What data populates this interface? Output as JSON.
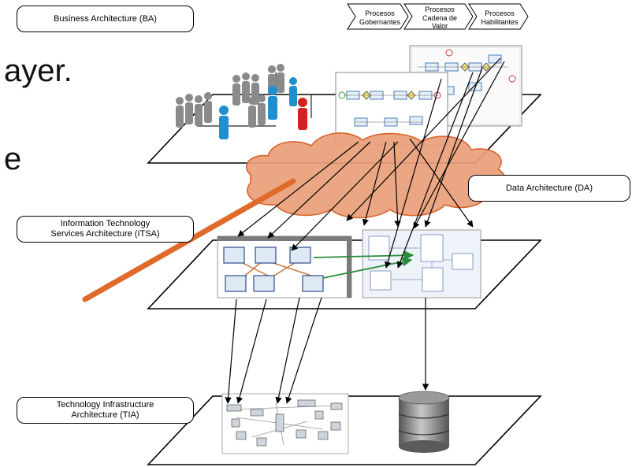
{
  "labels": {
    "ba": "Business Architecture (BA)",
    "da": "Data Architecture (DA)",
    "itsa_line1": "Information Technology",
    "itsa_line2": "Services Architecture (ITSA)",
    "tia_line1": "Technology Infrastructure",
    "tia_line2": "Architecture (TIA)"
  },
  "background_text": {
    "fragment1": "ayer.",
    "fragment2": "e"
  },
  "process_chevrons": [
    {
      "line1": "Procesos",
      "line2": "Gobernantes",
      "line3": ""
    },
    {
      "line1": "Procesos",
      "line2": "Cadena de",
      "line3": "Valor"
    },
    {
      "line1": "Procesos",
      "line2": "Habilitantes",
      "line3": ""
    }
  ],
  "colors": {
    "cloud_fill": "#e9a07a",
    "cloud_stroke": "#d9622b",
    "pointer_line": "#e06a2c",
    "green_arrow": "#2c8c3c"
  }
}
